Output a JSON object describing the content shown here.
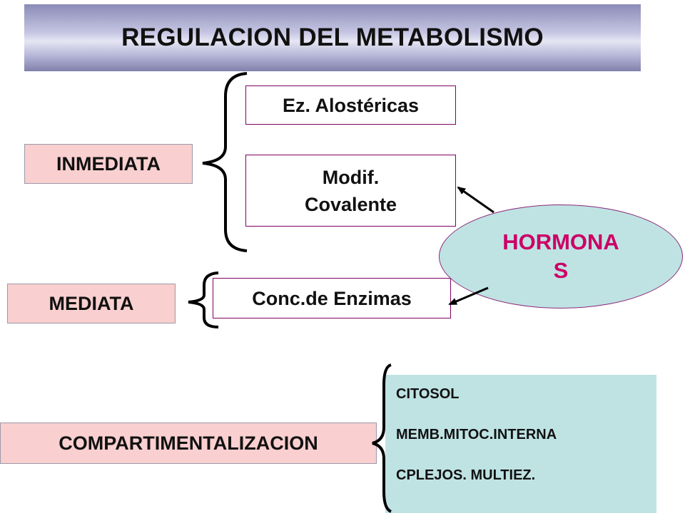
{
  "title": "REGULACION DEL METABOLISMO",
  "categories": {
    "inmediata": "INMEDIATA",
    "mediata": "MEDIATA",
    "compartimentalizacion": "COMPARTIMENTALIZACION"
  },
  "inmediata_items": {
    "alostericas": "Ez. Alostéricas",
    "covalente_line1": "Modif.",
    "covalente_line2": "Covalente"
  },
  "mediata_item": "Conc.de Enzimas",
  "hormonas": {
    "line1": "HORMONA",
    "line2": "S"
  },
  "compartments": [
    "CITOSOL",
    "MEMB.MITOC.INTERNA",
    "CPLEJOS.  MULTIEZ."
  ],
  "colors": {
    "category_fill": "#f9cfcf",
    "hormone_fill": "#bfe3e3",
    "hormone_text": "#cc0066",
    "box_border": "#800060"
  }
}
